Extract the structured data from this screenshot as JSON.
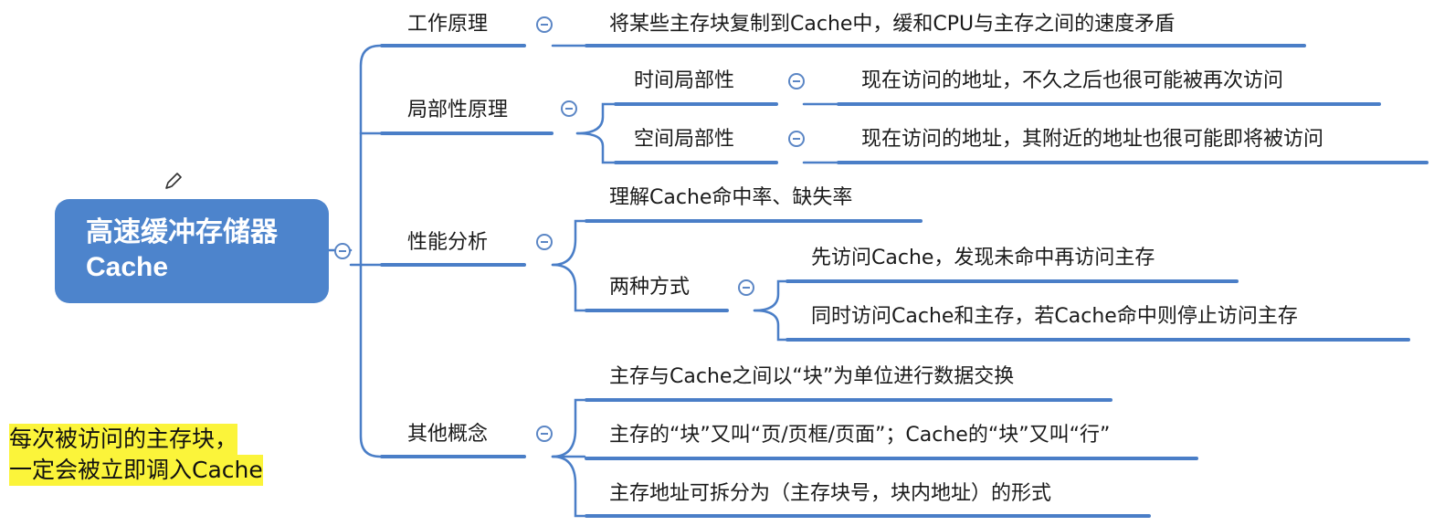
{
  "root": {
    "line1": "高速缓冲存储器",
    "line2": "Cache"
  },
  "branches": {
    "b1": {
      "label": "工作原理",
      "text": "将某些主存块复制到Cache中，缓和CPU与主存之间的速度矛盾"
    },
    "b2": {
      "label": "局部性原理",
      "c1": {
        "label": "时间局部性",
        "text": "现在访问的地址，不久之后也很可能被再次访问"
      },
      "c2": {
        "label": "空间局部性",
        "text": "现在访问的地址，其附近的地址也很可能即将被访问"
      }
    },
    "b3": {
      "label": "性能分析",
      "c1": "理解Cache命中率、缺失率",
      "c2": {
        "label": "两种方式",
        "g1": "先访问Cache，发现未命中再访问主存",
        "g2": "同时访问Cache和主存，若Cache命中则停止访问主存"
      }
    },
    "b4": {
      "label": "其他概念",
      "c1": "主存与Cache之间以“块”为单位进行数据交换",
      "c2": "主存的“块”又叫“页/页框/页面”；Cache的“块”又叫“行”",
      "c3": "主存地址可拆分为（主存块号，块内地址）的形式"
    }
  },
  "note": {
    "line1": "每次被访问的主存块，",
    "line2": "一定会被立即调入Cache"
  },
  "colors": {
    "line": "#4a7ec7",
    "root_bg": "#4d84cc",
    "highlight": "#fbf43a"
  }
}
